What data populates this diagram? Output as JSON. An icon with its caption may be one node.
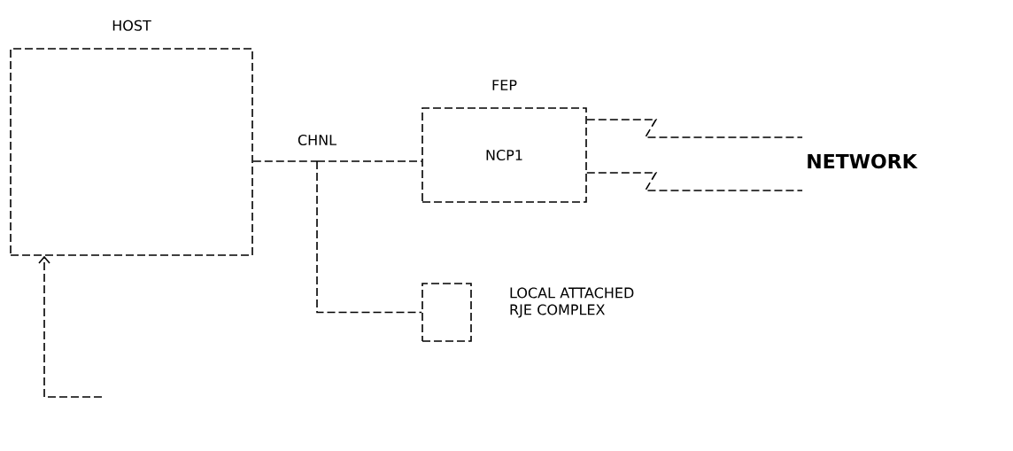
{
  "diagram": {
    "nodes": [
      {
        "text": [
          "HOST"
        ]
      },
      {
        "text": [
          "FEP",
          "NCP1"
        ]
      },
      {
        "text": [
          "CHNL"
        ]
      },
      {
        "text": [],
        "shape": "box",
        "beside": [
          "LOCAL ATTACHED RJE COMPLEX"
        ]
      },
      {
        "text": [
          "NETWORK"
        ]
      }
    ],
    "edges": [
      {
        "from": 0,
        "to": 2,
        "arrow": "none"
      },
      {
        "from": 2,
        "to": 1,
        "arrow": "none"
      },
      {
        "from": 2,
        "to": 3,
        "arrow": "none"
      },
      {
        "from": 1,
        "to": 4,
        "arrow": "none"
      },
      {
        "from": 1,
        "to": 4,
        "arrow": "none"
      },
      {
        "from": null,
        "to": 0,
        "arrow": "to"
      }
    ]
  }
}
